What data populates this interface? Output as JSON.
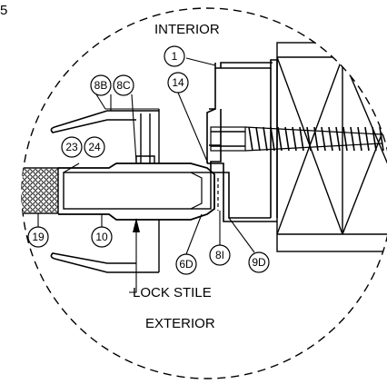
{
  "corner_mark": "5",
  "labels": {
    "interior": "INTERIOR",
    "exterior": "EXTERIOR",
    "lock_stile": "LOCK STILE"
  },
  "callouts": [
    "1",
    "14",
    "8B",
    "8C",
    "23",
    "24",
    "19",
    "10",
    "6D",
    "8I",
    "9D"
  ],
  "colors": {
    "line": "#000000",
    "background": "#ffffff"
  }
}
